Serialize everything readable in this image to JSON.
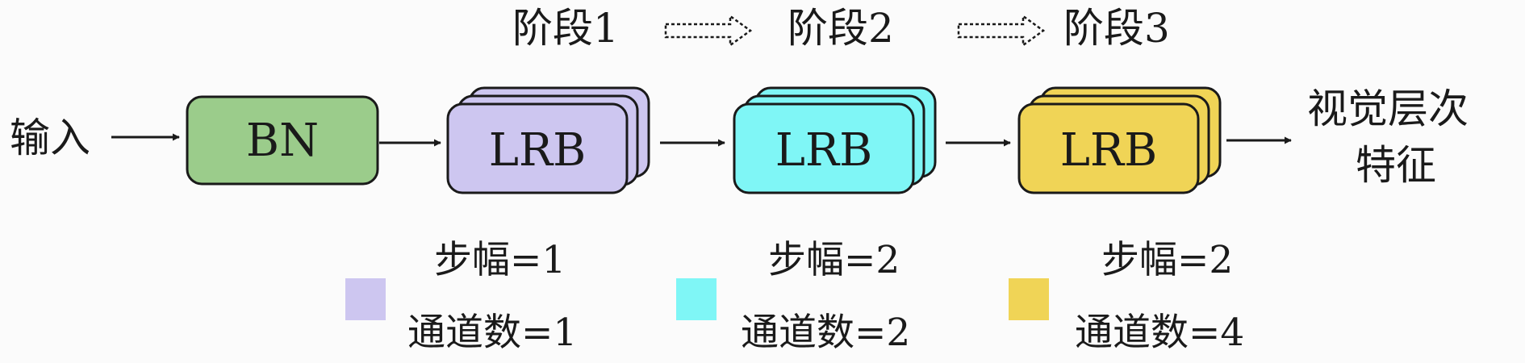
{
  "colors": {
    "background": "#fbfbfb",
    "bn_fill": "#9bcc8b",
    "stage1_fill": "#cdc6f0",
    "stage2_fill": "#7ff6f6",
    "stage3_fill": "#f0d456",
    "stroke": "#1a1a1a"
  },
  "header": {
    "stage1": "阶段1",
    "stage2": "阶段2",
    "stage3": "阶段3"
  },
  "pipeline": {
    "input_label": "输入",
    "bn_label": "BN",
    "stage1_block": "LRB",
    "stage2_block": "LRB",
    "stage3_block": "LRB",
    "output_line1": "视觉层次",
    "output_line2": "特征"
  },
  "legend": [
    {
      "color_key": "stage1_fill",
      "line1": "步幅=1",
      "line2": "通道数=1"
    },
    {
      "color_key": "stage2_fill",
      "line1": "步幅=2",
      "line2": "通道数=2"
    },
    {
      "color_key": "stage3_fill",
      "line1": "步幅=2",
      "line2": "通道数=4"
    }
  ]
}
